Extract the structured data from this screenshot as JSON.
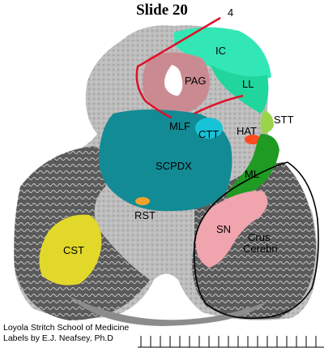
{
  "title": "Slide 20",
  "pointer_label": "4",
  "structures": {
    "ic": "IC",
    "ll": "LL",
    "pag": "PAG",
    "stt": "STT",
    "mlf": "MLF",
    "ctt": "CTT",
    "hat": "HAT",
    "scpdx": "SCPDX",
    "ml": "ML",
    "rst": "RST",
    "sn": "SN",
    "cst": "CST",
    "crus_line1": "Crus",
    "crus_line2": "Cerebri"
  },
  "colors": {
    "ic": "#33e6b6",
    "ll": "#20d69c",
    "pag": "#c98b91",
    "stt": "#9bd44a",
    "mlf": "#d89a7c",
    "ctt": "#17c3d6",
    "hat": "#ff4a1f",
    "scpdx": "#138b94",
    "ml": "#1f9a22",
    "rst": "#f0a22a",
    "sn": "#f0a4ae",
    "cst": "#e2d82a",
    "pointer_line": "#e0102a"
  },
  "credits": {
    "line1": "Loyola Stritch School of Medicine",
    "line2": "Labels by E.J. Neafsey, Ph.D"
  }
}
